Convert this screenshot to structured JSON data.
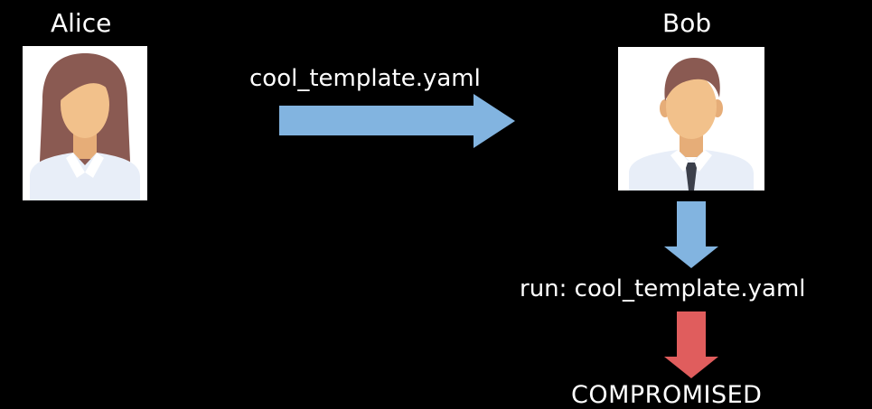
{
  "people": {
    "sender": {
      "name": "Alice"
    },
    "receiver": {
      "name": "Bob"
    }
  },
  "transfer": {
    "label": "cool_template.yaml"
  },
  "execution": {
    "label": "run: cool_template.yaml"
  },
  "result": {
    "label": "COMPROMISED"
  },
  "colors": {
    "background": "#000000",
    "text": "#ffffff",
    "transfer_arrow": "#82b4e0",
    "compromise_arrow": "#e05d5d",
    "skin": "#f2c18b",
    "alice_hair": "#8a5a52",
    "bob_hair": "#8a5a52",
    "shirt": "#e8eef8",
    "tie": "#3b3f4a"
  },
  "icons": {
    "alice": "female-avatar-icon",
    "bob": "male-avatar-icon",
    "transfer": "arrow-right-icon",
    "run": "arrow-down-icon",
    "compromise": "arrow-down-icon"
  }
}
